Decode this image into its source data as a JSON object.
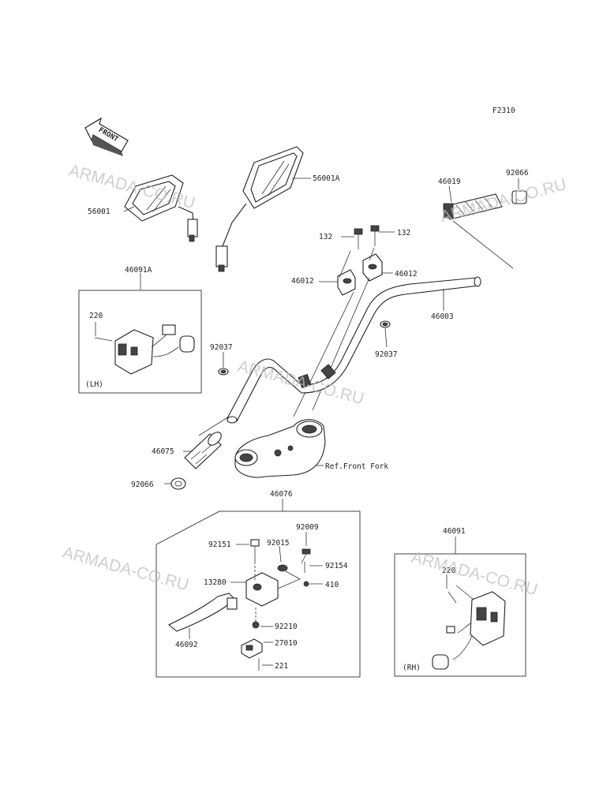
{
  "figure_code": "F2310",
  "watermarks": [
    "ARMADA-CO.RU",
    "ARMADA-CO.RU",
    "ARMADA-CO.RU",
    "ARMADA-CO.RU",
    "ARMADA-CO.RU"
  ],
  "front_arrow": "FRONT",
  "labels": {
    "p56001": "56001",
    "p56001A": "56001A",
    "p46019": "46019",
    "p92066_top": "92066",
    "p132_left": "132",
    "p132_right": "132",
    "p46012_left": "46012",
    "p46012_right": "46012",
    "p46003": "46003",
    "p46091A": "46091A",
    "p220_lh": "220",
    "lh": "(LH)",
    "p92037_left": "92037",
    "p92037_right": "92037",
    "p46075": "46075",
    "ref_front_fork": "Ref.Front Fork",
    "p92066_bottom": "92066",
    "p46076": "46076",
    "p92009": "92009",
    "p92151": "92151",
    "p92015": "92015",
    "p92154": "92154",
    "p13280": "13280",
    "p410": "410",
    "p92210": "92210",
    "p46092": "46092",
    "p27010": "27010",
    "p221": "221",
    "p46091": "46091",
    "p220_rh": "220",
    "rh": "(RH)"
  }
}
